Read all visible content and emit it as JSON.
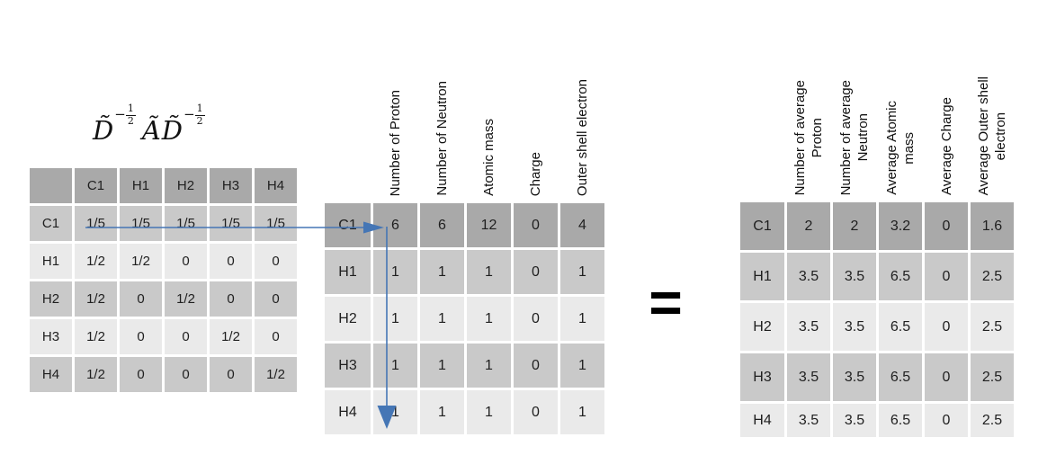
{
  "page": {
    "background": "#ffffff"
  },
  "colors": {
    "table_row_dark": "#a9a9a9",
    "table_row_medium": "#c9c9c9",
    "table_row_light": "#eaeaea",
    "arrow_blue": "#4576b5",
    "equals_color": "#000000",
    "text_color": "#1f1f1f"
  },
  "formula": {
    "term1_base": "D̃",
    "term1_sup_sign": "−",
    "term1_sup_num": "1",
    "term1_sup_den": "2",
    "term2_base": "Ã",
    "term3_base": "D̃",
    "term3_sup_sign": "−",
    "term3_sup_num": "1",
    "term3_sup_den": "2"
  },
  "equals_sign": "=",
  "left_table": {
    "col_headers": [
      "",
      "C1",
      "H1",
      "H2",
      "H3",
      "H4"
    ],
    "rows": [
      {
        "label": "C1",
        "values": [
          "1/5",
          "1/5",
          "1/5",
          "1/5",
          "1/5"
        ]
      },
      {
        "label": "H1",
        "values": [
          "1/2",
          "1/2",
          "0",
          "0",
          "0"
        ]
      },
      {
        "label": "H2",
        "values": [
          "1/2",
          "0",
          "1/2",
          "0",
          "0"
        ]
      },
      {
        "label": "H3",
        "values": [
          "1/2",
          "0",
          "0",
          "1/2",
          "0"
        ]
      },
      {
        "label": "H4",
        "values": [
          "1/2",
          "0",
          "0",
          "0",
          "1/2"
        ]
      }
    ]
  },
  "middle_table": {
    "col_headers": [
      "Number of Proton",
      "Number of Neutron",
      "Atomic mass",
      "Charge",
      "Outer shell electron"
    ],
    "rows": [
      {
        "label": "C1",
        "values": [
          "6",
          "6",
          "12",
          "0",
          "4"
        ]
      },
      {
        "label": "H1",
        "values": [
          "1",
          "1",
          "1",
          "0",
          "1"
        ]
      },
      {
        "label": "H2",
        "values": [
          "1",
          "1",
          "1",
          "0",
          "1"
        ]
      },
      {
        "label": "H3",
        "values": [
          "1",
          "1",
          "1",
          "0",
          "1"
        ]
      },
      {
        "label": "H4",
        "values": [
          "1",
          "1",
          "1",
          "0",
          "1"
        ]
      }
    ]
  },
  "right_table": {
    "col_headers": [
      "Number of average\nProton",
      "Number of average\nNeutron",
      "Average Atomic\nmass",
      "Average Charge",
      "Average Outer shell\nelectron"
    ],
    "rows": [
      {
        "label": "C1",
        "values": [
          "2",
          "2",
          "3.2",
          "0",
          "1.6"
        ]
      },
      {
        "label": "H1",
        "values": [
          "3.5",
          "3.5",
          "6.5",
          "0",
          "2.5"
        ]
      },
      {
        "label": "H2",
        "values": [
          "3.5",
          "3.5",
          "6.5",
          "0",
          "2.5"
        ]
      },
      {
        "label": "H3",
        "values": [
          "3.5",
          "3.5",
          "6.5",
          "0",
          "2.5"
        ]
      },
      {
        "label": "H4",
        "values": [
          "3.5",
          "3.5",
          "6.5",
          "0",
          "2.5"
        ]
      }
    ]
  }
}
